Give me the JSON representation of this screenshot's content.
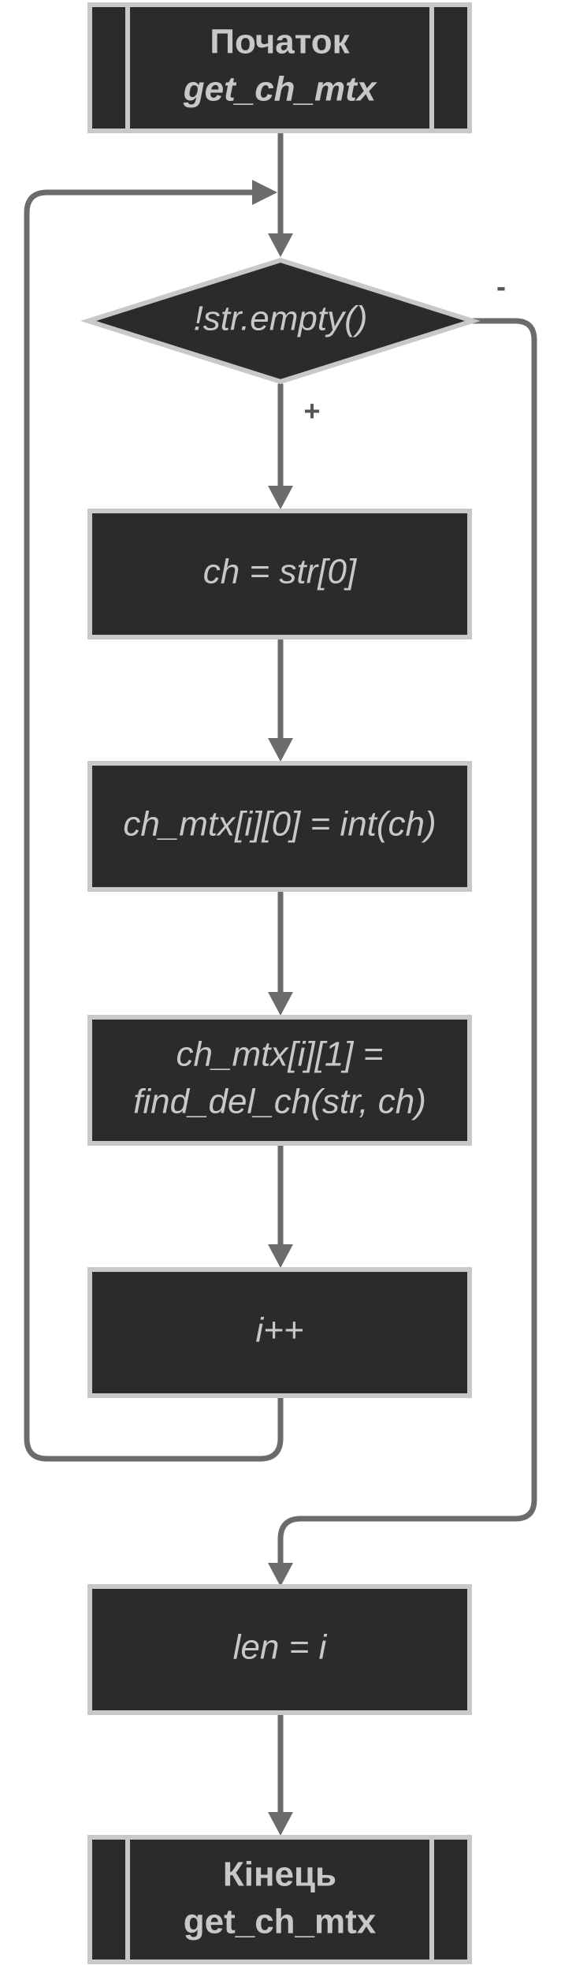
{
  "nodes": {
    "start": {
      "line1": "Початок",
      "line2": "get_ch_mtx"
    },
    "condition": {
      "text": "!str.empty()"
    },
    "assign_ch": {
      "text": "ch = str[0]"
    },
    "set_mtx0": {
      "text": "ch_mtx[i][0] = int(ch)"
    },
    "set_mtx1": {
      "line1": "ch_mtx[i][1] =",
      "line2": "find_del_ch(str, ch)"
    },
    "increment": {
      "text": "i++"
    },
    "set_len": {
      "text": "len = i"
    },
    "end": {
      "line1": "Кінець",
      "line2": "get_ch_mtx"
    }
  },
  "edges": {
    "yes_label": "+",
    "no_label": "-"
  },
  "colors": {
    "node_fill": "#2b2b2b",
    "node_stroke": "#c8c8c8",
    "edge": "#6b6b6b",
    "text": "#c8c8c8"
  }
}
